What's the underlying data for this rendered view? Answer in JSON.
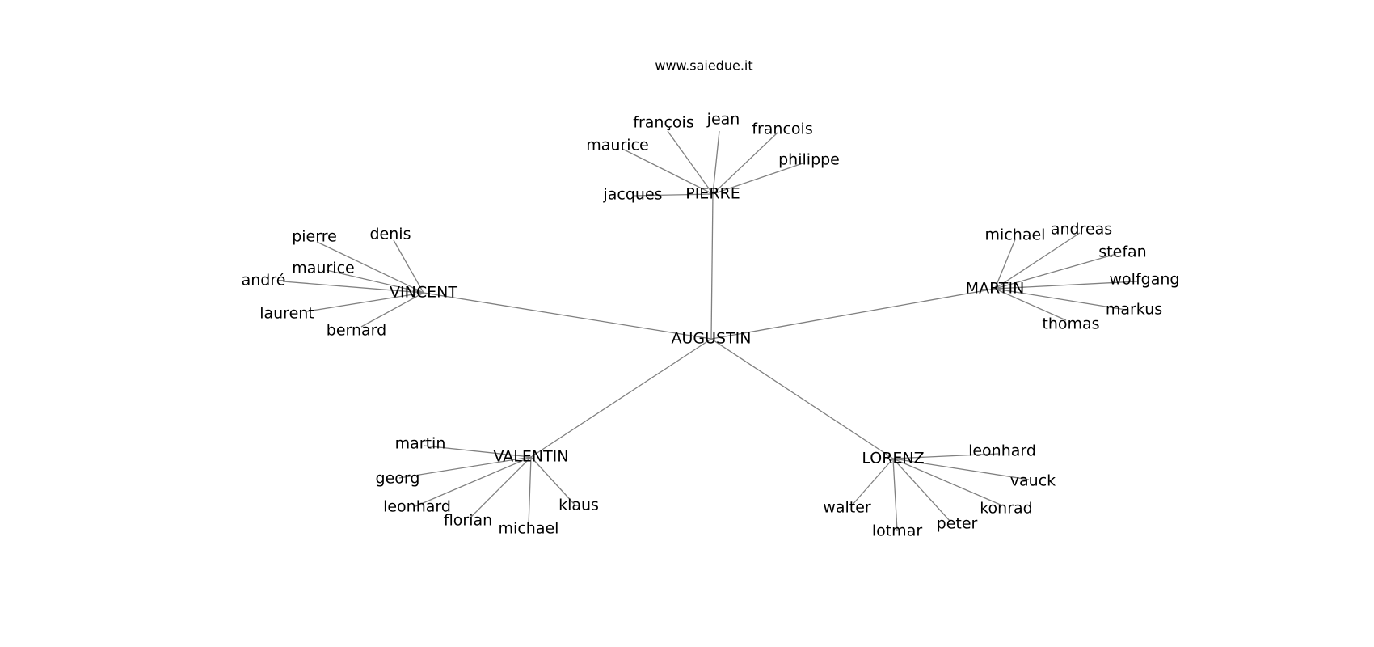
{
  "caption": "www.saiedue.it",
  "graph": {
    "root": "AUGUSTIN",
    "branches": [
      {
        "name": "PIERRE",
        "children": [
          "jacques",
          "maurice",
          "françois",
          "jean",
          "francois",
          "philippe"
        ]
      },
      {
        "name": "VINCENT",
        "children": [
          "pierre",
          "denis",
          "maurice",
          "andré",
          "laurent",
          "bernard"
        ]
      },
      {
        "name": "MARTIN",
        "children": [
          "michael",
          "andreas",
          "stefan",
          "wolfgang",
          "markus",
          "thomas"
        ]
      },
      {
        "name": "VALENTIN",
        "children": [
          "martin",
          "georg",
          "leonhard",
          "florian",
          "michael",
          "klaus"
        ]
      },
      {
        "name": "LORENZ",
        "children": [
          "leonhard",
          "vauck",
          "konrad",
          "peter",
          "lotmar",
          "walter"
        ]
      }
    ]
  }
}
